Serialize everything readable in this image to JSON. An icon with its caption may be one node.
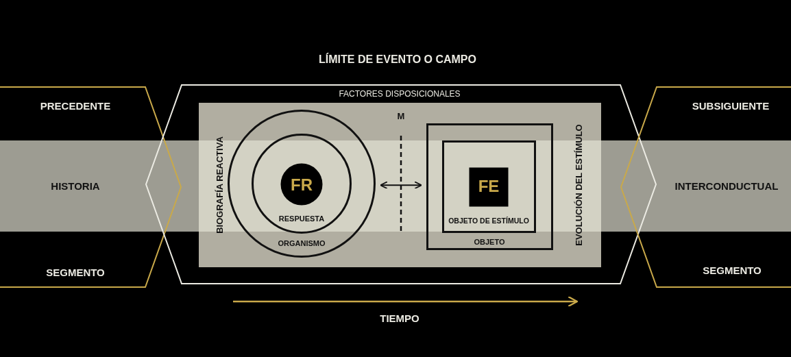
{
  "diagram": {
    "title": "LÍMITE DE EVENTO O CAMPO",
    "nodes": [
      {
        "text": [
          "PRECEDENTE",
          "HISTORIA",
          "SEGMENTO"
        ]
      },
      {
        "text": [
          "FACTORES DISPOSICIONALES"
        ]
      },
      {
        "text": [
          "BIOGRAFÍA REACTIVA",
          "M",
          "EVOLUCIÓN DEL ESTÍMULO"
        ],
        "in": 1
      },
      {
        "text": [
          "ORGANISMO"
        ],
        "in": 2
      },
      {
        "text": [
          "RESPUESTA"
        ],
        "in": 3
      },
      {
        "text": [
          "FR"
        ],
        "in": 4
      },
      {
        "text": [
          "OBJETO"
        ],
        "in": 2
      },
      {
        "text": [
          "OBJETO DE ESTÍMULO"
        ],
        "in": 6
      },
      {
        "text": [
          "FE"
        ],
        "in": 7
      },
      {
        "text": [
          "SUBSIGUIENTE",
          "INTERCONDUCTUAL",
          "SEGMENTO"
        ]
      }
    ],
    "edges": [
      {
        "from": 3,
        "to": 6,
        "arrow": "both"
      }
    ],
    "labels": [
      "TIEMPO"
    ]
  }
}
